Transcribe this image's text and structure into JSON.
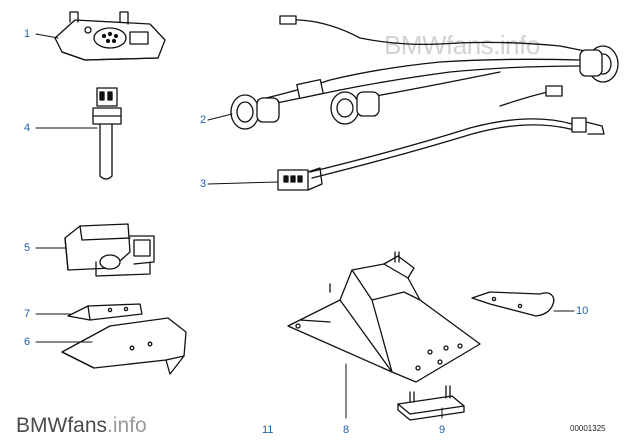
{
  "watermark": "BMWfans.info",
  "brand": {
    "name": "BMWfans",
    "suffix": ".info"
  },
  "diagram_ref": "00001325",
  "callouts": [
    {
      "id": "1",
      "label": "1"
    },
    {
      "id": "2",
      "label": "2"
    },
    {
      "id": "3",
      "label": "3"
    },
    {
      "id": "4",
      "label": "4"
    },
    {
      "id": "5",
      "label": "5"
    },
    {
      "id": "6",
      "label": "6"
    },
    {
      "id": "7",
      "label": "7"
    },
    {
      "id": "8",
      "label": "8"
    },
    {
      "id": "9",
      "label": "9"
    },
    {
      "id": "10",
      "label": "10"
    },
    {
      "id": "11",
      "label": "11"
    }
  ],
  "colors": {
    "callout": "#1f5fa8",
    "line": "#111111",
    "watermark": "#d2d2d2"
  }
}
